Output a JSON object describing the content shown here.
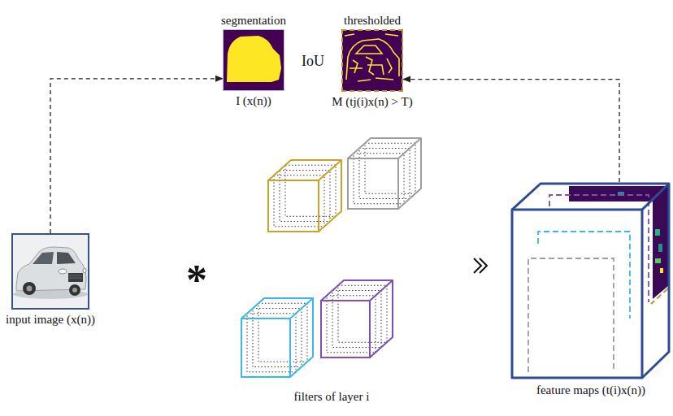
{
  "diagram": {
    "nodes": [
      {
        "text": [
          "segmentation",
          "I (x(n))"
        ]
      },
      {
        "text": [
          "thresholded",
          "M (tj(i)x(n) > T)"
        ]
      },
      {
        "text": [
          "input image (x(n))"
        ]
      },
      {
        "text": [
          "filters of layer i"
        ]
      },
      {
        "text": [
          "feature maps (t(i)x(n))"
        ]
      }
    ],
    "edges": [
      {
        "from": 2,
        "to": 0,
        "arrow": "to"
      },
      {
        "from": 4,
        "to": 1,
        "arrow": "to"
      }
    ],
    "labels": [
      "IoU",
      "*"
    ]
  }
}
